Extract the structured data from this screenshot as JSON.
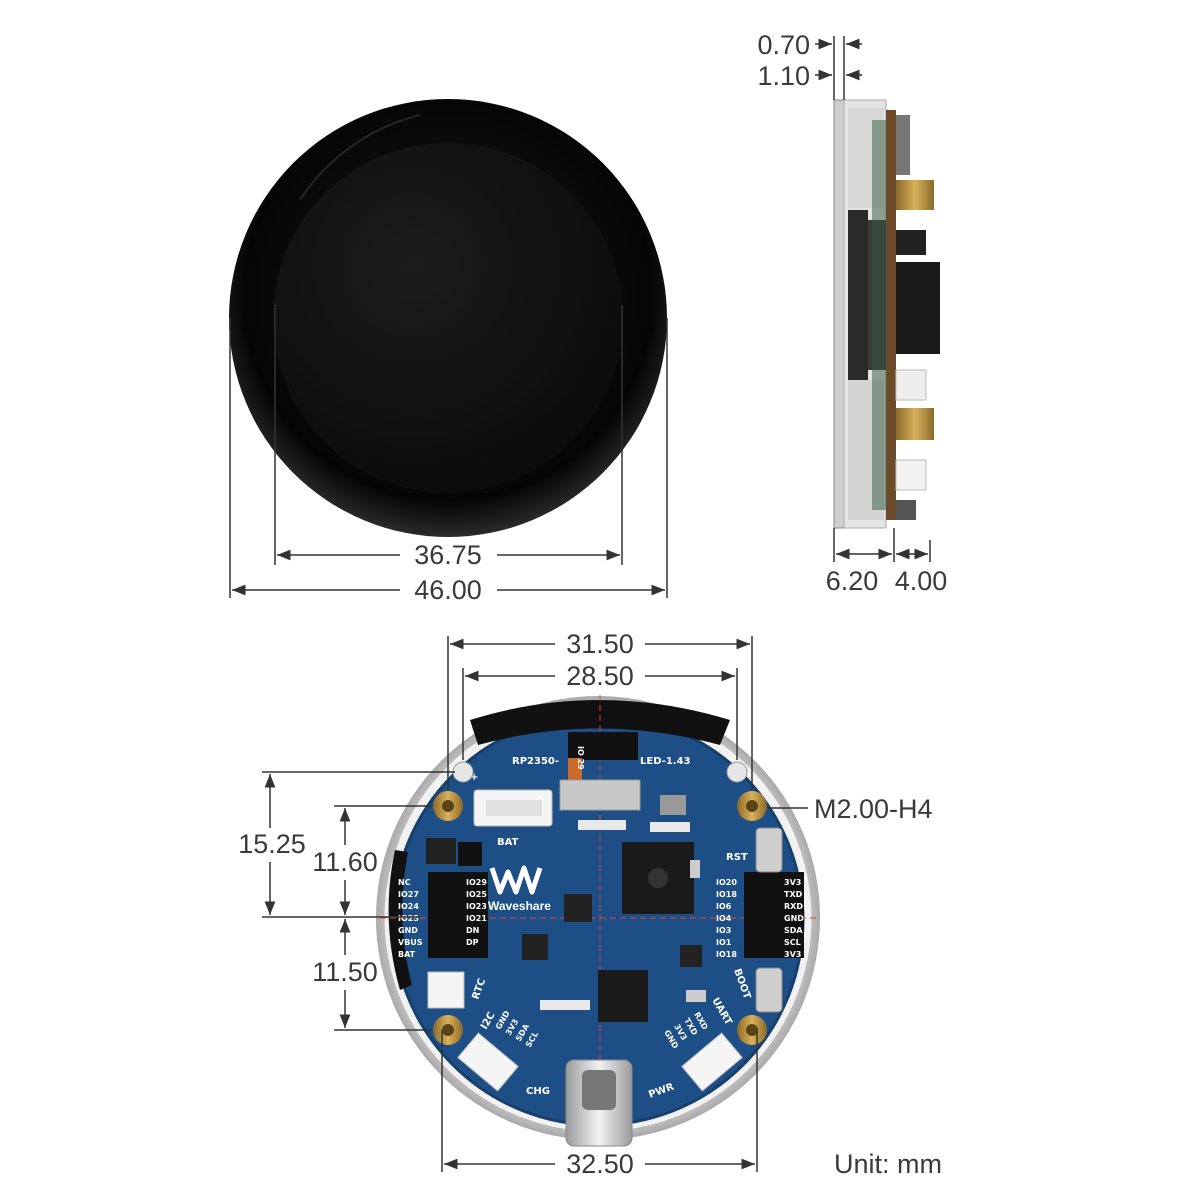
{
  "unit_label": "Unit: mm",
  "front_view": {
    "active_area_width": "36.75",
    "outer_diameter": "46.00"
  },
  "side_view": {
    "top_gap_1": "0.70",
    "top_gap_2": "1.10",
    "glass_thickness": "6.20",
    "board_thickness": "4.00"
  },
  "back_view": {
    "mount_hole_spacing_outer": "31.50",
    "mount_hole_spacing_inner": "28.50",
    "upper_offset_left": "15.25",
    "upper_offset_inner": "11.60",
    "lower_offset": "11.50",
    "bottom_width": "32.50",
    "hole_spec": "M2.00-H4",
    "board_labels": {
      "model_left": "RP2350-",
      "model_right": "LED-1.43",
      "io29": "IO 29",
      "bat": "BAT",
      "rtc": "RTC",
      "i2c": "I2C",
      "uart": "UART",
      "chg": "CHG",
      "pwr": "PWR",
      "rst": "RST",
      "boot": "BOOT",
      "brand": "Waveshare",
      "left_pins": [
        "NC",
        "IO27",
        "IO24",
        "IO25",
        "GND",
        "VBUS",
        "BAT"
      ],
      "left_pins_inner": [
        "IO29",
        "IO25",
        "IO23",
        "IO21",
        "DN",
        "DP"
      ],
      "right_pins_inner": [
        "IO20",
        "IO18",
        "IO6",
        "IO4",
        "IO3",
        "IO1",
        "IO18"
      ],
      "right_pins": [
        "3V3",
        "TXD",
        "RXD",
        "GND",
        "SDA",
        "SCL",
        "3V3"
      ],
      "i2c_pins": [
        "GND",
        "3V3",
        "SDA",
        "SCL"
      ],
      "uart_pins": [
        "RXD",
        "TXD",
        "3V3",
        "GND"
      ]
    }
  }
}
